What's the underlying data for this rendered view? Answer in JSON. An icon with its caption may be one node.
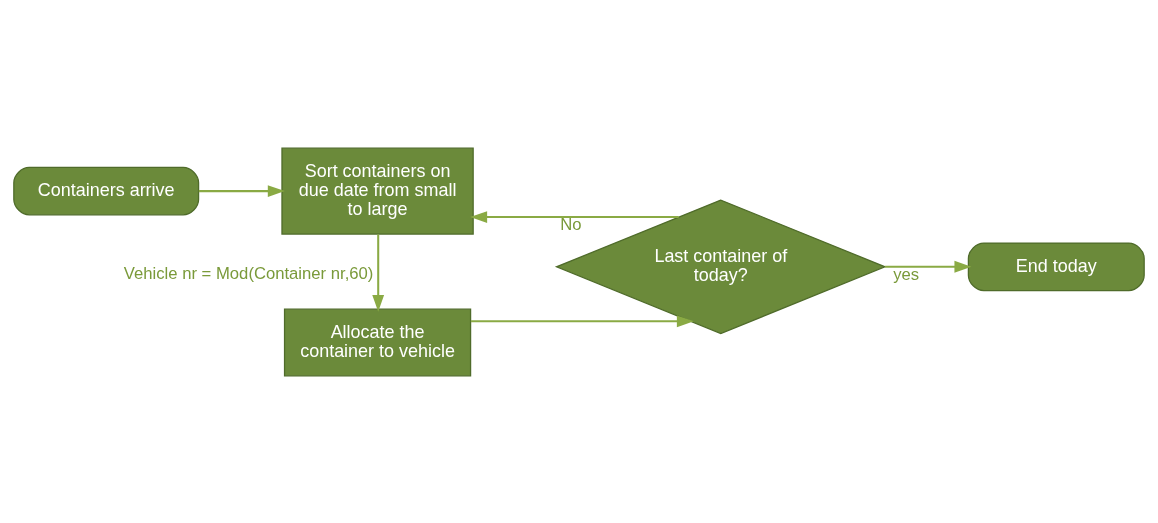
{
  "diagram": {
    "nodes": [
      {
        "text": [
          "Containers arrive"
        ]
      },
      {
        "text": [
          "Sort containers on due date from small to large"
        ]
      },
      {
        "text": [
          "Last container of today?"
        ]
      },
      {
        "text": [
          "End today"
        ]
      },
      {
        "text": [
          "Allocate the container to vehicle"
        ]
      }
    ],
    "edges": [
      {
        "from": 0,
        "to": 1,
        "arrow": "to"
      },
      {
        "from": 1,
        "to": 4,
        "arrow": "to",
        "label": "Vehicle nr = Mod(Container nr,60)"
      },
      {
        "from": 4,
        "to": 2,
        "arrow": "to"
      },
      {
        "from": 2,
        "to": 1,
        "arrow": "to",
        "label": "No"
      },
      {
        "from": 2,
        "to": 3,
        "arrow": "to",
        "label": "yes"
      }
    ]
  }
}
